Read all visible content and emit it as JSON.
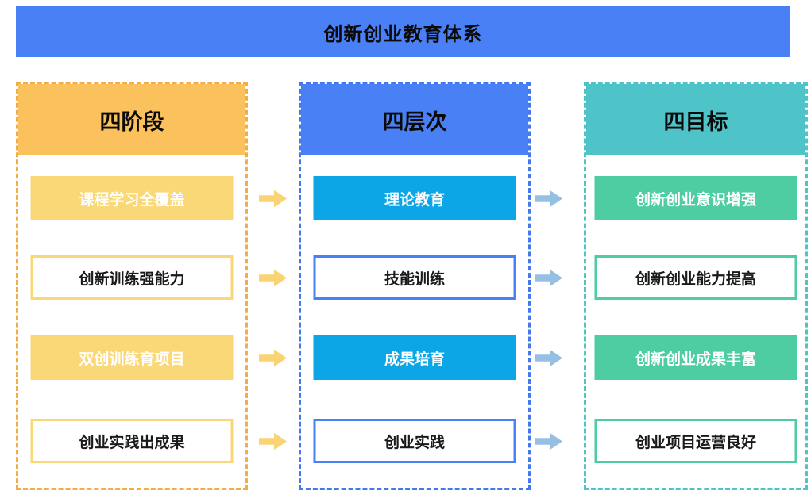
{
  "title": "创新创业教育体系",
  "colors": {
    "title_banner_blue": "#4A80F5",
    "stages_header_orange": "#FBC15C",
    "stages_fill_yellow": "#FAD878",
    "stages_dash_orange": "#F3AC46",
    "levels_header_blue": "#4A80F5",
    "levels_fill_cyan": "#0CA6E6",
    "levels_dash_blue": "#4379EC",
    "goals_header_teal": "#4EC4C8",
    "goals_fill_green": "#4DCDA1",
    "goals_dash_teal": "#4EC4C8",
    "arrow_yellow": "#FAD474",
    "arrow_light_blue": "#95BFE3"
  },
  "columns": [
    {
      "header": "四阶段",
      "items": [
        {
          "label": "课程学习全覆盖",
          "filled": true
        },
        {
          "label": "创新训练强能力",
          "filled": false
        },
        {
          "label": "双创训练育项目",
          "filled": true
        },
        {
          "label": "创业实践出成果",
          "filled": false
        }
      ]
    },
    {
      "header": "四层次",
      "items": [
        {
          "label": "理论教育",
          "filled": true
        },
        {
          "label": "技能训练",
          "filled": false
        },
        {
          "label": "成果培育",
          "filled": true
        },
        {
          "label": "创业实践",
          "filled": false
        }
      ]
    },
    {
      "header": "四目标",
      "items": [
        {
          "label": "创新创业意识增强",
          "filled": true
        },
        {
          "label": "创新创业能力提高",
          "filled": false
        },
        {
          "label": "创新创业成果丰富",
          "filled": true
        },
        {
          "label": "创业项目运营良好",
          "filled": false
        }
      ]
    }
  ],
  "arrows": {
    "stages_to_levels": "right-arrow",
    "levels_to_goals": "right-arrow"
  }
}
